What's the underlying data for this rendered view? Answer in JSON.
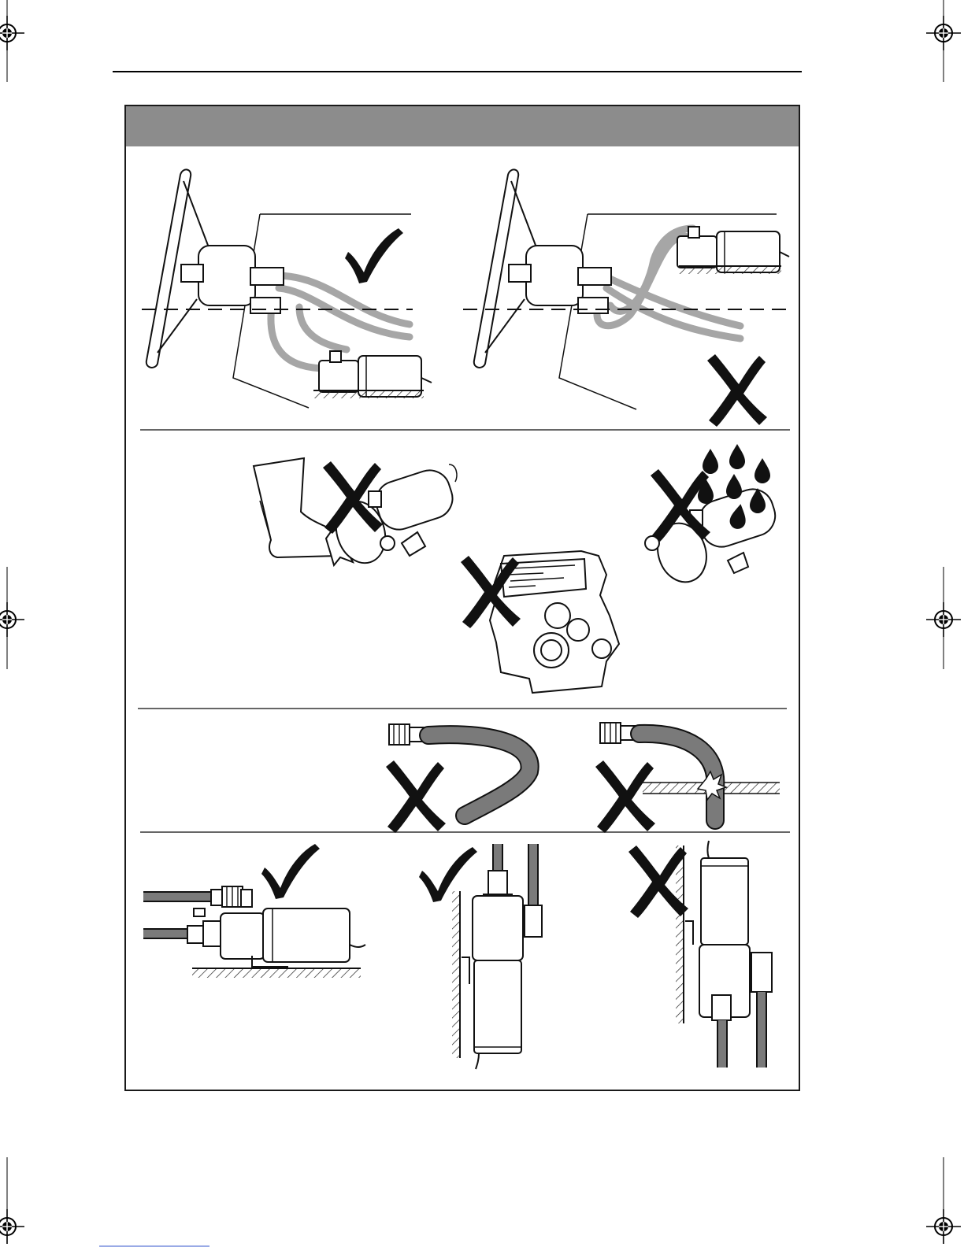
{
  "page": {
    "header_rule": true
  },
  "figure": {
    "header_bar_color": "#8c8c8c",
    "frame_color": "#1a1a1a",
    "hose_color": "#a6a6a6",
    "hose_dark_color": "#7a7a7a",
    "panels": [
      {
        "id": "mount-below-helm",
        "verdict": "correct"
      },
      {
        "id": "mount-above-helm",
        "verdict": "incorrect"
      },
      {
        "id": "avoid-impact",
        "verdict": "incorrect"
      },
      {
        "id": "avoid-engine-heat",
        "verdict": "incorrect"
      },
      {
        "id": "avoid-water",
        "verdict": "incorrect"
      },
      {
        "id": "hose-kinked",
        "verdict": "incorrect"
      },
      {
        "id": "hose-chafed-bulkhead",
        "verdict": "incorrect"
      },
      {
        "id": "horizontal-mount",
        "verdict": "correct"
      },
      {
        "id": "vertical-motor-down",
        "verdict": "correct"
      },
      {
        "id": "vertical-motor-up",
        "verdict": "incorrect"
      }
    ]
  },
  "icons": {
    "check": "check-mark-icon",
    "cross": "cross-mark-icon",
    "registration": "registration-mark-icon",
    "water_drop": "water-drop-icon"
  }
}
